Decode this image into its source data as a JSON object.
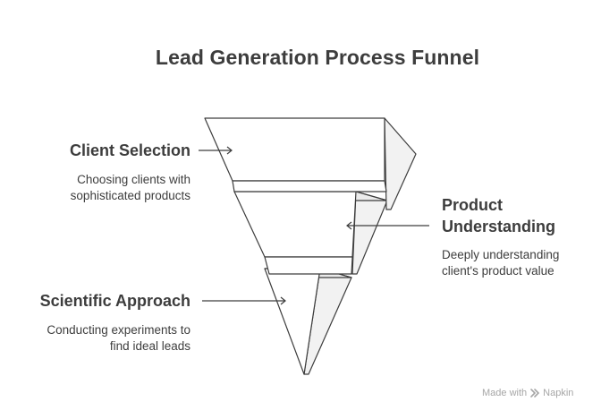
{
  "title": "Lead Generation Process Funnel",
  "stages": [
    {
      "title": "Client Selection",
      "description_lines": [
        "Choosing clients with",
        "sophisticated products"
      ]
    },
    {
      "title_lines": [
        "Product",
        "Understanding"
      ],
      "description_lines": [
        "Deeply understanding",
        "client's product value"
      ]
    },
    {
      "title": "Scientific Approach",
      "description_lines": [
        "Conducting experiments to",
        "find ideal leads"
      ]
    }
  ],
  "footer": {
    "made_with": "Made with",
    "brand": "Napkin",
    "logo_icon": "napkin-logo-icon"
  }
}
